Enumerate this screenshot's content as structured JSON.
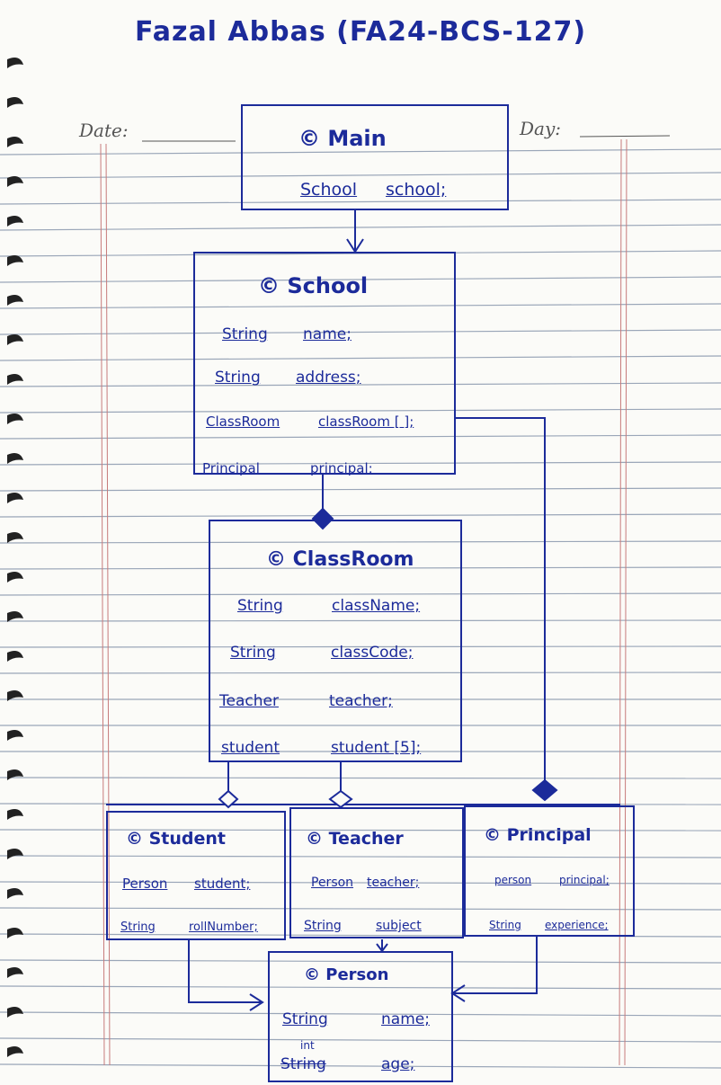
{
  "page": {
    "author_title": "Fazal Abbas (FA24-BCS-127)",
    "date_label": "Date:",
    "day_label": "Day:"
  },
  "classes": {
    "main": {
      "title": "© Main",
      "attrs": [
        {
          "type": "School",
          "name": "school;"
        }
      ]
    },
    "school": {
      "title": "© School",
      "attrs": [
        {
          "type": "String",
          "name": "name;"
        },
        {
          "type": "String",
          "name": "address;"
        },
        {
          "type": "ClassRoom",
          "name": "classRoom [ ];"
        },
        {
          "type": "Principal",
          "name": "principal;"
        }
      ]
    },
    "classroom": {
      "title": "© ClassRoom",
      "attrs": [
        {
          "type": "String",
          "name": "className;"
        },
        {
          "type": "String",
          "name": "classCode;"
        },
        {
          "type": "Teacher",
          "name": "teacher;"
        },
        {
          "type": "student",
          "name": "student [5];"
        }
      ]
    },
    "student": {
      "title": "© Student",
      "attrs": [
        {
          "type": "Person",
          "name": "student;"
        },
        {
          "type": "String",
          "name": "rollNumber;"
        }
      ]
    },
    "teacher": {
      "title": "© Teacher",
      "attrs": [
        {
          "type": "Person",
          "name": "teacher;"
        },
        {
          "type": "String",
          "name": "subject"
        }
      ]
    },
    "principal": {
      "title": "© Principal",
      "attrs": [
        {
          "type": "person",
          "name": "principal;"
        },
        {
          "type": "String",
          "name": "experience;"
        }
      ]
    },
    "person": {
      "title": "© Person",
      "attrs": [
        {
          "type": "String",
          "name": "name;"
        },
        {
          "type": "String",
          "name": "age;"
        }
      ],
      "correction": "int"
    }
  },
  "colors": {
    "ink": "#1c2b9a",
    "notebook_rule": "#9aa6b8",
    "margin_rule": "#c77b7b"
  }
}
